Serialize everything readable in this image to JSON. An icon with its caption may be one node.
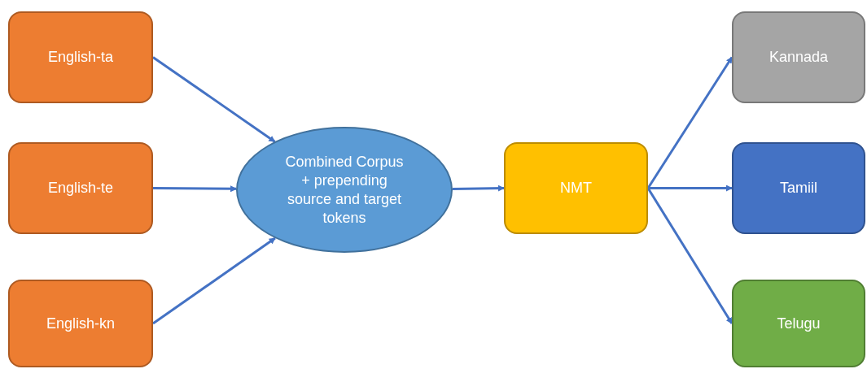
{
  "diagram": {
    "nodes": [
      {
        "text": [
          "English-ta"
        ]
      },
      {
        "text": [
          "English-te"
        ]
      },
      {
        "text": [
          "English-kn"
        ]
      },
      {
        "text": [
          "Combined Corpus + prepending source and target tokens"
        ]
      },
      {
        "text": [
          "NMT"
        ]
      },
      {
        "text": [
          "Kannada"
        ]
      },
      {
        "text": [
          "Tamiil"
        ]
      },
      {
        "text": [
          "Telugu"
        ]
      }
    ],
    "edges": [
      {
        "from": 0,
        "to": 3,
        "arrow": "to"
      },
      {
        "from": 1,
        "to": 3,
        "arrow": "to"
      },
      {
        "from": 2,
        "to": 3,
        "arrow": "to"
      },
      {
        "from": 3,
        "to": 4,
        "arrow": "to"
      },
      {
        "from": 4,
        "to": 5,
        "arrow": "to"
      },
      {
        "from": 4,
        "to": 6,
        "arrow": "to"
      },
      {
        "from": 4,
        "to": 7,
        "arrow": "to"
      }
    ]
  }
}
